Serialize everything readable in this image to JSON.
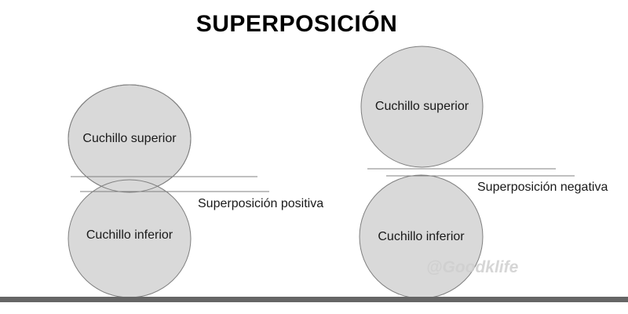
{
  "title": "SUPERPOSICIÓN",
  "watermark": "@Goodklife",
  "colors": {
    "circle_fill": "#d9d9d9",
    "circle_stroke": "#7f7f7f",
    "overlap_line": "#808080",
    "ground_bar": "#666666",
    "text": "#1a1a1a",
    "watermark": "#cfcfcf"
  },
  "diagrams": {
    "positive": {
      "upper_label": "Cuchillo superior",
      "lower_label": "Cuchillo inferior",
      "overlap_label": "Superposición positiva"
    },
    "negative": {
      "upper_label": "Cuchillo superior",
      "lower_label": "Cuchillo inferior",
      "overlap_label": "Superposición negativa"
    }
  }
}
